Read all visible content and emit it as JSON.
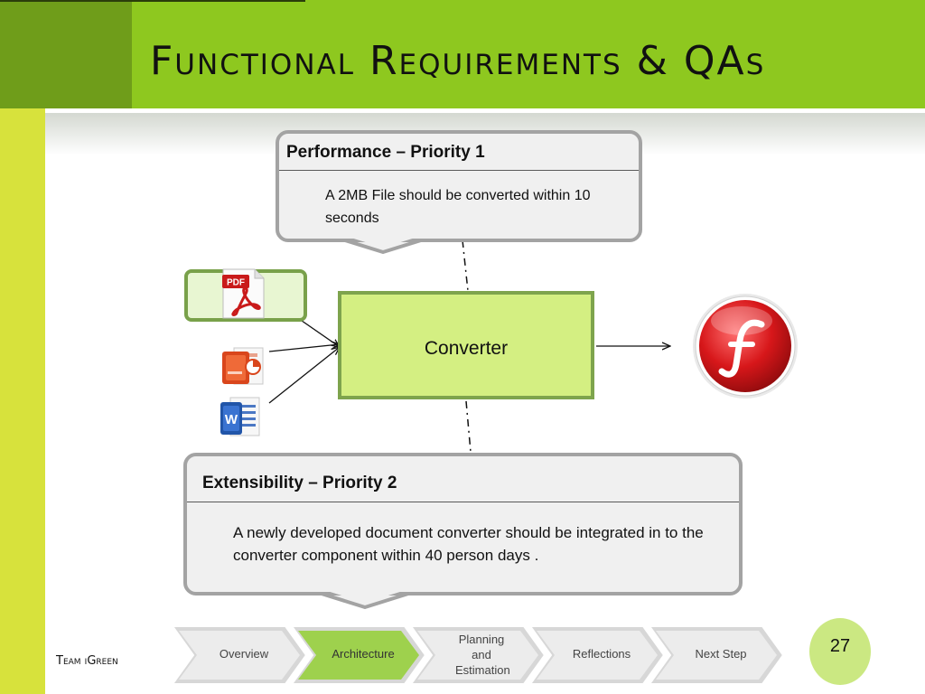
{
  "slide": {
    "title": "Functional Requirements & QAs",
    "team": "Team iGreen",
    "page_number": "27"
  },
  "performance": {
    "heading": "Performance – Priority 1",
    "text": "A 2MB File should be converted within 10 seconds"
  },
  "extensibility": {
    "heading": "Extensibility – Priority 2",
    "text": "A newly developed document converter  should be integrated in to the converter component within  40 person days ."
  },
  "diagram": {
    "converter_label": "Converter",
    "inputs": [
      "pdf-icon",
      "powerpoint-icon",
      "word-icon"
    ],
    "output": "flash-icon",
    "pdf_badge": "PDF"
  },
  "nav": {
    "steps": [
      "Overview",
      "Architecture",
      "Planning and Estimation",
      "Reflections",
      "Next Step"
    ],
    "active": "Architecture"
  },
  "colors": {
    "header_green": "#8ec81f",
    "header_dark": "#6f9d1a",
    "side_bar": "#d7e23c",
    "converter_fill": "#d4ef82",
    "active_step": "#9ed14d"
  }
}
